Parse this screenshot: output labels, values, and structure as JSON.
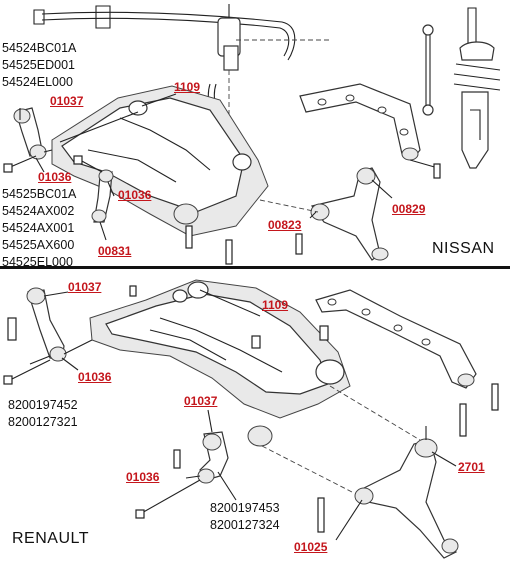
{
  "nissan": {
    "brand": "NISSAN",
    "arm_parts_group": [
      "54524BC01A",
      "54525ED001",
      "54524EL000"
    ],
    "link_parts_group": [
      "54525BC01A",
      "54524AX002",
      "54524AX001",
      "54525AX600",
      "54525EL000"
    ],
    "codes": {
      "arm_top_bushing": "01037",
      "arm_front_bushing": "01036",
      "left_arm_bushing": "01036",
      "link_bottom": "00831",
      "subframe": "1109",
      "wishbone_front": "00823",
      "wishbone_rear": "00829"
    }
  },
  "renault": {
    "brand": "RENAULT",
    "left_arm_parts": [
      "8200197452",
      "8200127321"
    ],
    "center_arm_parts": [
      "8200197453",
      "8200127324"
    ],
    "codes": {
      "left_arm_top": "01037",
      "left_arm_bushing": "01036",
      "subframe": "1109",
      "center_arm_top": "01037",
      "center_arm_bushing": "01036",
      "wishbone_rear": "2701",
      "wishbone_front": "01025"
    }
  }
}
